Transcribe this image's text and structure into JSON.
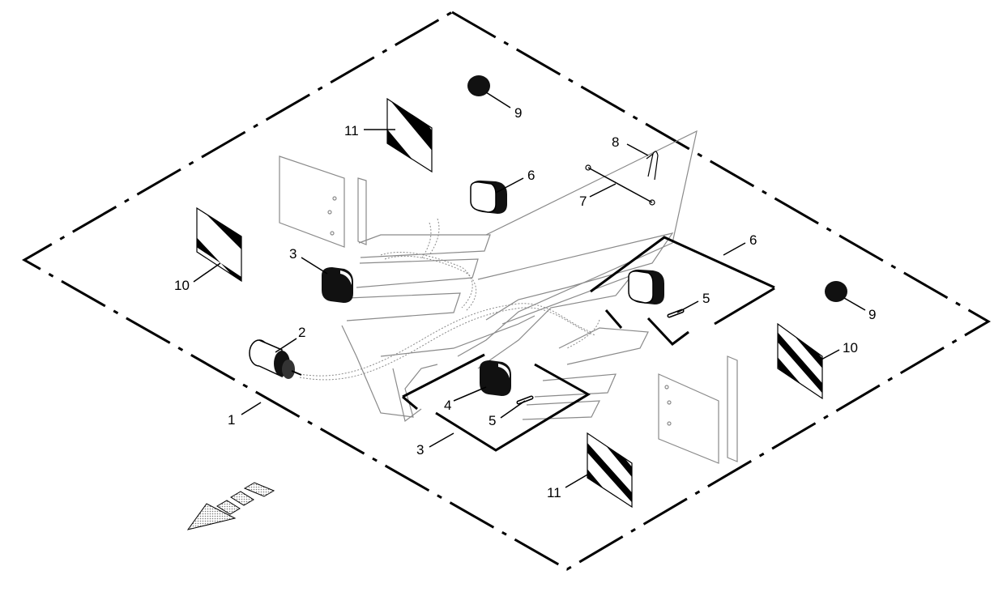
{
  "callouts": [
    {
      "id": "c1",
      "label": "1"
    },
    {
      "id": "c2",
      "label": "2"
    },
    {
      "id": "c3a",
      "label": "3"
    },
    {
      "id": "c3b",
      "label": "3"
    },
    {
      "id": "c4",
      "label": "4"
    },
    {
      "id": "c5a",
      "label": "5"
    },
    {
      "id": "c5b",
      "label": "5"
    },
    {
      "id": "c6a",
      "label": "6"
    },
    {
      "id": "c6b",
      "label": "6"
    },
    {
      "id": "c7",
      "label": "7"
    },
    {
      "id": "c8",
      "label": "8"
    },
    {
      "id": "c9a",
      "label": "9"
    },
    {
      "id": "c9b",
      "label": "9"
    },
    {
      "id": "c10a",
      "label": "10"
    },
    {
      "id": "c10b",
      "label": "10"
    },
    {
      "id": "c11a",
      "label": "11"
    },
    {
      "id": "c11b",
      "label": "11"
    }
  ],
  "colors": {
    "line": "#000000",
    "ghost": "#8a8a8a",
    "background": "#ffffff",
    "screen": "#bdbdbd"
  }
}
